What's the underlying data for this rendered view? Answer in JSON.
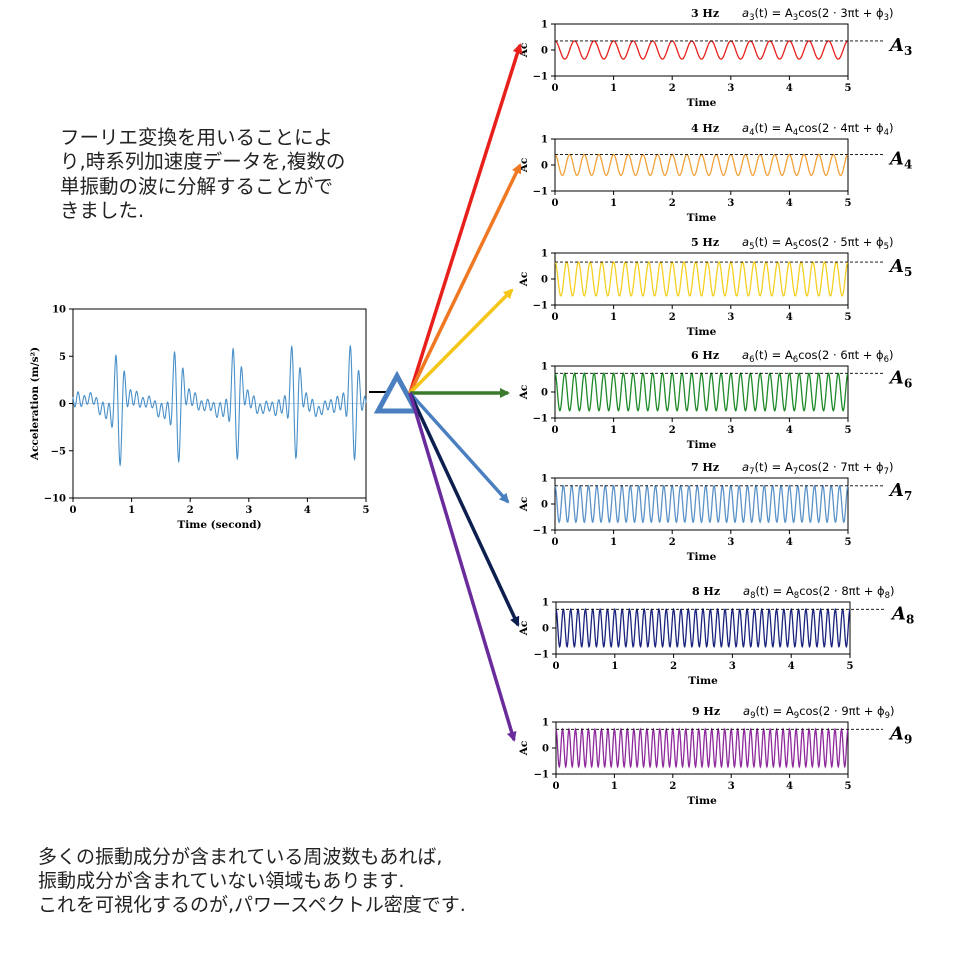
{
  "intro_lines": [
    "フーリエ変換を用いることによ",
    "り,時系列加速度データを,複数の",
    "単振動の波に分解することがで",
    "きました."
  ],
  "outro_lines": [
    "多くの振動成分が含まれている周波数もあれば,",
    "振動成分が含まれていない領域もあります.",
    "これを可視化するのが,パワースペクトル密度です."
  ],
  "main_chart": {
    "type": "line",
    "xlabel": "Time (second)",
    "ylabel": "Acceleration (m/s²)",
    "xlim": [
      0,
      5
    ],
    "ylim": [
      -10,
      10
    ],
    "x_ticks": [
      "0",
      "1",
      "2",
      "3",
      "4",
      "5"
    ],
    "y_ticks": [
      "10",
      "5",
      "0",
      "−5",
      "−10"
    ],
    "color": "#4a90c8"
  },
  "chart_data": [
    {
      "type": "line",
      "hz_label": "3 Hz",
      "freq": 3,
      "amplitude": 0.35,
      "color": "#e8201c",
      "eq_prefix": "a",
      "sub": "3",
      "eq_rest": "(t) = A",
      "eq_cos": "cos(2 · 3πt + ϕ",
      "amp_label": "A",
      "xlabel": "Time",
      "ylabel": "Ac",
      "xlim": [
        0,
        5
      ],
      "ylim": [
        -1,
        1
      ],
      "x_ticks": [
        "0",
        "1",
        "2",
        "3",
        "4",
        "5"
      ],
      "y_ticks": [
        "1",
        "0",
        "−1"
      ]
    },
    {
      "type": "line",
      "hz_label": "4 Hz",
      "freq": 4,
      "amplitude": 0.4,
      "color": "#f2a23a",
      "eq_prefix": "a",
      "sub": "4",
      "eq_rest": "(t) = A",
      "eq_cos": "cos(2 · 4πt + ϕ",
      "amp_label": "A",
      "xlabel": "Time",
      "ylabel": "Ac",
      "xlim": [
        0,
        5
      ],
      "ylim": [
        -1,
        1
      ],
      "x_ticks": [
        "0",
        "1",
        "2",
        "3",
        "4",
        "5"
      ],
      "y_ticks": [
        "1",
        "0",
        "−1"
      ]
    },
    {
      "type": "line",
      "hz_label": "5 Hz",
      "freq": 5,
      "amplitude": 0.65,
      "color": "#f5d020",
      "eq_prefix": "a",
      "sub": "5",
      "eq_rest": "(t) = A",
      "eq_cos": "cos(2 · 5πt + ϕ",
      "amp_label": "A",
      "xlabel": "Time",
      "ylabel": "Ac",
      "xlim": [
        0,
        5
      ],
      "ylim": [
        -1,
        1
      ],
      "x_ticks": [
        "0",
        "1",
        "2",
        "3",
        "4",
        "5"
      ],
      "y_ticks": [
        "1",
        "0",
        "−1"
      ]
    },
    {
      "type": "line",
      "hz_label": "6 Hz",
      "freq": 6,
      "amplitude": 0.72,
      "color": "#1f8a2a",
      "eq_prefix": "a",
      "sub": "6",
      "eq_rest": "(t) = A",
      "eq_cos": "cos(2 · 6πt + ϕ",
      "amp_label": "A",
      "xlabel": "Time",
      "ylabel": "Ac",
      "xlim": [
        0,
        5
      ],
      "ylim": [
        -1,
        1
      ],
      "x_ticks": [
        "0",
        "1",
        "2",
        "3",
        "4",
        "5"
      ],
      "y_ticks": [
        "1",
        "0",
        "−1"
      ]
    },
    {
      "type": "line",
      "hz_label": "7 Hz",
      "freq": 7,
      "amplitude": 0.7,
      "color": "#5b93c9",
      "eq_prefix": "a",
      "sub": "7",
      "eq_rest": "(t) = A",
      "eq_cos": "cos(2 · 7πt + ϕ",
      "amp_label": "A",
      "xlabel": "Time",
      "ylabel": "Ac",
      "xlim": [
        0,
        5
      ],
      "ylim": [
        -1,
        1
      ],
      "x_ticks": [
        "0",
        "1",
        "2",
        "3",
        "4",
        "5"
      ],
      "y_ticks": [
        "1",
        "0",
        "−1"
      ]
    },
    {
      "type": "line",
      "hz_label": "8 Hz",
      "freq": 8,
      "amplitude": 0.72,
      "color": "#1a237e",
      "eq_prefix": "a",
      "sub": "8",
      "eq_rest": "(t) = A",
      "eq_cos": "cos(2 · 8πt + ϕ",
      "amp_label": "A",
      "xlabel": "Time",
      "ylabel": "Ac",
      "xlim": [
        0,
        5
      ],
      "ylim": [
        -1,
        1
      ],
      "x_ticks": [
        "0",
        "1",
        "2",
        "3",
        "4",
        "5"
      ],
      "y_ticks": [
        "1",
        "0",
        "−1"
      ]
    },
    {
      "type": "line",
      "hz_label": "9 Hz",
      "freq": 9,
      "amplitude": 0.72,
      "color": "#8e2a9c",
      "eq_prefix": "a",
      "sub": "9",
      "eq_rest": "(t) = A",
      "eq_cos": "cos(2 · 9πt + ϕ",
      "amp_label": "A",
      "xlabel": "Time",
      "ylabel": "Ac",
      "xlim": [
        0,
        5
      ],
      "ylim": [
        -1,
        1
      ],
      "x_ticks": [
        "0",
        "1",
        "2",
        "3",
        "4",
        "5"
      ],
      "y_ticks": [
        "1",
        "0",
        "−1"
      ]
    }
  ],
  "prism": {
    "color": "#4a7fc0"
  },
  "arrow_colors": [
    "#e8201c",
    "#f07822",
    "#f5c518",
    "#3b7a2a",
    "#4a7fc0",
    "#0d1f4f",
    "#6a2c9c"
  ]
}
